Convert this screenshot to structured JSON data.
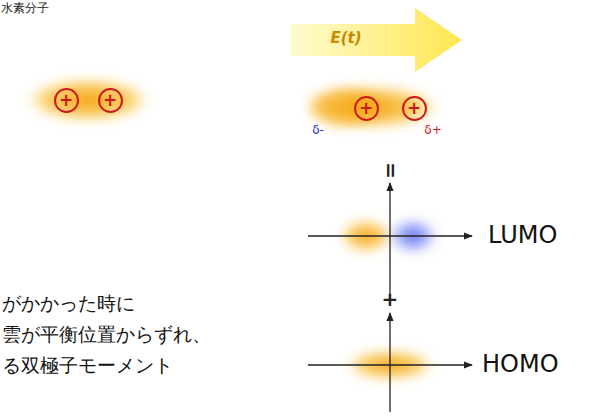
{
  "diagram": {
    "nodes": [
      {
        "text": [
          "+"
        ]
      },
      {
        "text": [
          "+"
        ]
      },
      {
        "text": [
          "+"
        ]
      },
      {
        "text": [
          "+"
        ]
      }
    ],
    "labels": [
      "水素分子",
      "E(t)",
      "δ-",
      "δ+",
      "=",
      "LUMO",
      "+",
      "HOMO",
      "がかかった時に",
      "雲が平衡位置からずれ、",
      "る双極子モーメント"
    ]
  }
}
